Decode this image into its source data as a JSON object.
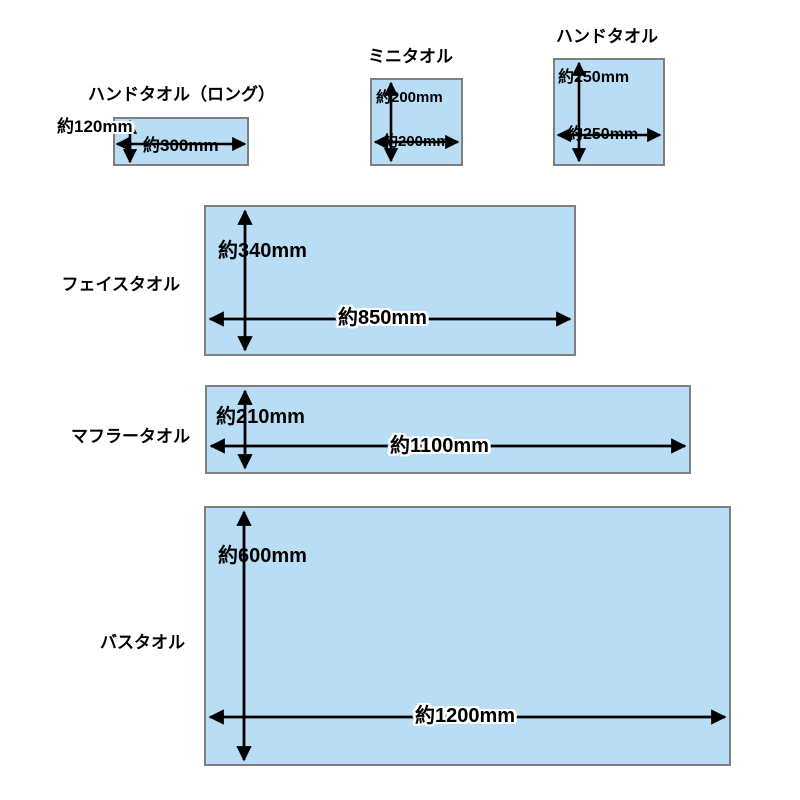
{
  "page": {
    "background_color": "#ffffff",
    "towel_fill_color": "#b8ddf5",
    "towel_border_color": "#7f7f7f",
    "arrow_color": "#000000",
    "text_color": "#000000"
  },
  "towels": [
    {
      "id": "hand-towel-long",
      "name": "ハンドタオル（ロング）",
      "title_position": "above",
      "width_label": "約300mm",
      "height_label": "約120mm",
      "width_mm": 300,
      "height_mm": 120
    },
    {
      "id": "mini-towel",
      "name": "ミニタオル",
      "title_position": "above",
      "width_label": "約200mm",
      "height_label": "約200mm",
      "width_mm": 200,
      "height_mm": 200
    },
    {
      "id": "hand-towel",
      "name": "ハンドタオル",
      "title_position": "above",
      "width_label": "約250mm",
      "height_label": "約250mm",
      "width_mm": 250,
      "height_mm": 250
    },
    {
      "id": "face-towel",
      "name": "フェイスタオル",
      "title_position": "left",
      "width_label": "約850mm",
      "height_label": "約340mm",
      "width_mm": 850,
      "height_mm": 340
    },
    {
      "id": "muffler-towel",
      "name": "マフラータオル",
      "title_position": "left",
      "width_label": "約1100mm",
      "height_label": "約210mm",
      "width_mm": 1100,
      "height_mm": 210
    },
    {
      "id": "bath-towel",
      "name": "バスタオル",
      "title_position": "left",
      "width_label": "約1200mm",
      "height_label": "約600mm",
      "width_mm": 1200,
      "height_mm": 600
    }
  ]
}
